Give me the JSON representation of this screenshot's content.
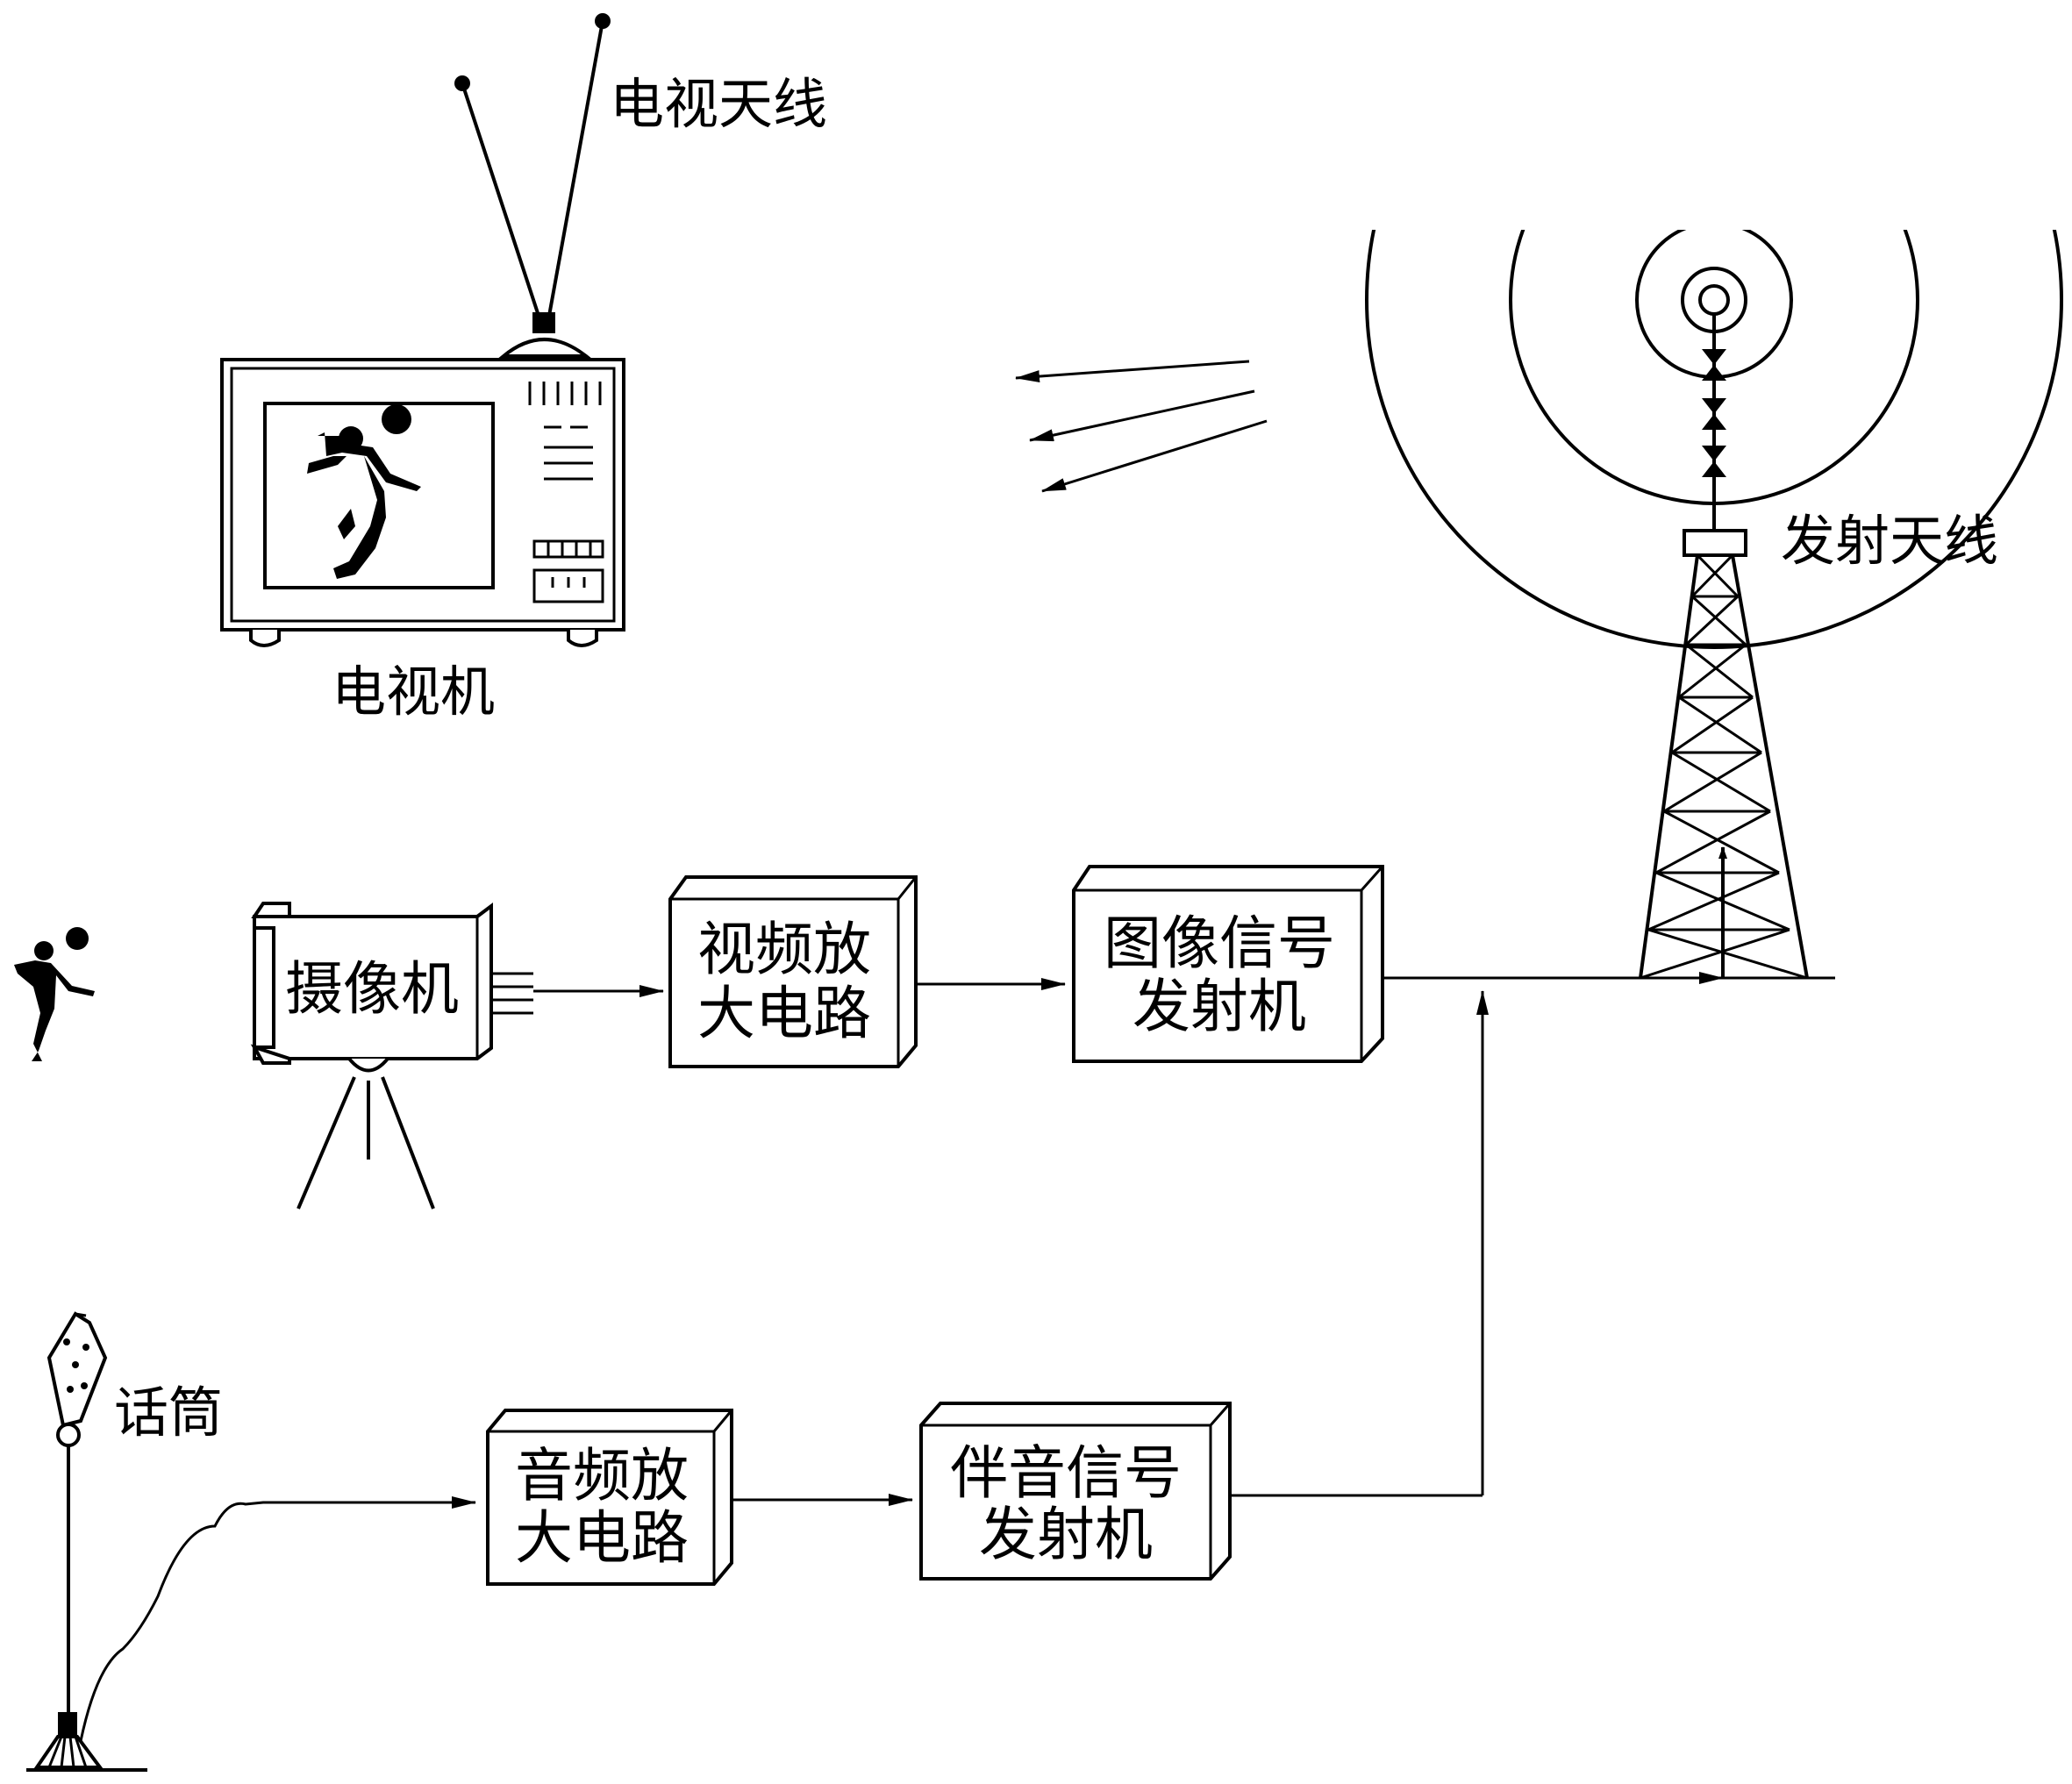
{
  "labels": {
    "tv_antenna": "电视天线",
    "tv_set": "电视机",
    "tx_antenna": "发射天线",
    "microphone": "话筒"
  },
  "boxes": {
    "camera": "摄像机",
    "video_amp": [
      "视频放",
      "大电路"
    ],
    "image_tx": [
      "图像信号",
      "发射机"
    ],
    "audio_amp": [
      "音频放",
      "大电路"
    ],
    "sound_tx": [
      "伴音信号",
      "发射机"
    ]
  }
}
